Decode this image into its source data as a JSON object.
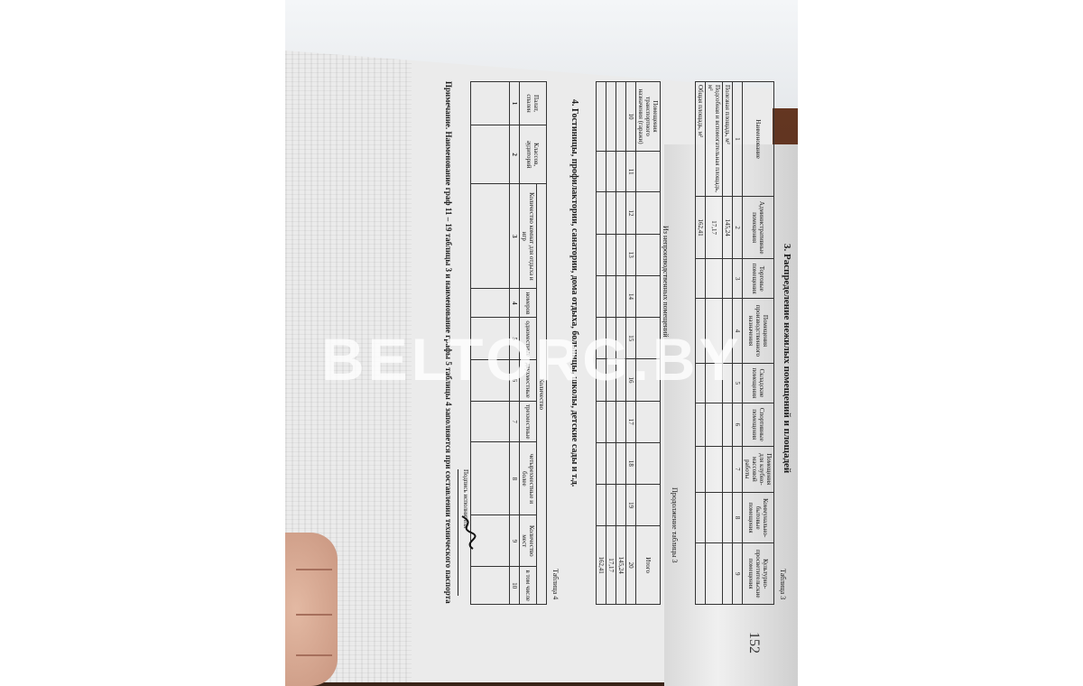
{
  "watermark": "BELTORG.BY",
  "page_number": "152",
  "section3": {
    "title": "3. Распределение нежилых помещений и площадей",
    "table_label": "Таблица 3",
    "headers": [
      "Наименование",
      "Административные помещения",
      "Торговые помещения",
      "Помещения производственного назначения",
      "Складские помещения",
      "Спортивные помещения",
      "Помещения для клубно-массовой работы",
      "Коммунально-бытовые помещения",
      "Культурно-просветительские помещения"
    ],
    "col_numbers": [
      "1",
      "2",
      "3",
      "4",
      "5",
      "6",
      "7",
      "8",
      "9"
    ],
    "rows": [
      {
        "label": "Полезная площадь, м²",
        "c2": "145,24"
      },
      {
        "label": "Подсобная и вспомогательная площадь, м²",
        "c2": "17,17"
      },
      {
        "label": "Общая площадь, м²",
        "c2": "162,41"
      }
    ],
    "continuation_label": "Продолжение таблицы 3",
    "non_residential_label": "Из непроизводственных помещений",
    "continuation_headers": [
      "Помещения транспортного назначения (гаражи)",
      "",
      "",
      "",
      "",
      "",
      "",
      "",
      "",
      "",
      "Итого"
    ],
    "continuation_numbers": [
      "10",
      "11",
      "12",
      "13",
      "14",
      "15",
      "16",
      "17",
      "18",
      "19",
      "20"
    ],
    "totals": [
      "145,24",
      "17,17",
      "162,41"
    ]
  },
  "section4": {
    "title": "4. Гостиницы, профилактории, санатории, дома отдыха, больницы, школы, детские сады и т.д.",
    "table_label": "Таблица 4",
    "headers": [
      "Палат, спален",
      "Классов, аудиторий",
      "Количество комнат для отдыха и игр",
      "номеров",
      "одноместные",
      "двухместные",
      "трехместные",
      "четырехместные и более",
      "Количество мест"
    ],
    "group_header": "Количество",
    "subgroup_header": "в том числе",
    "numbers": [
      "1",
      "2",
      "3",
      "4",
      "5",
      "6",
      "7",
      "8",
      "9",
      "10"
    ]
  },
  "note": "Примечание. Наименование граф 11 – 19 таблицы 3 и наименование графы 5 таблицы 4 заполняется при составлении технического паспорта",
  "signature_label": "Подпись исполнителя"
}
